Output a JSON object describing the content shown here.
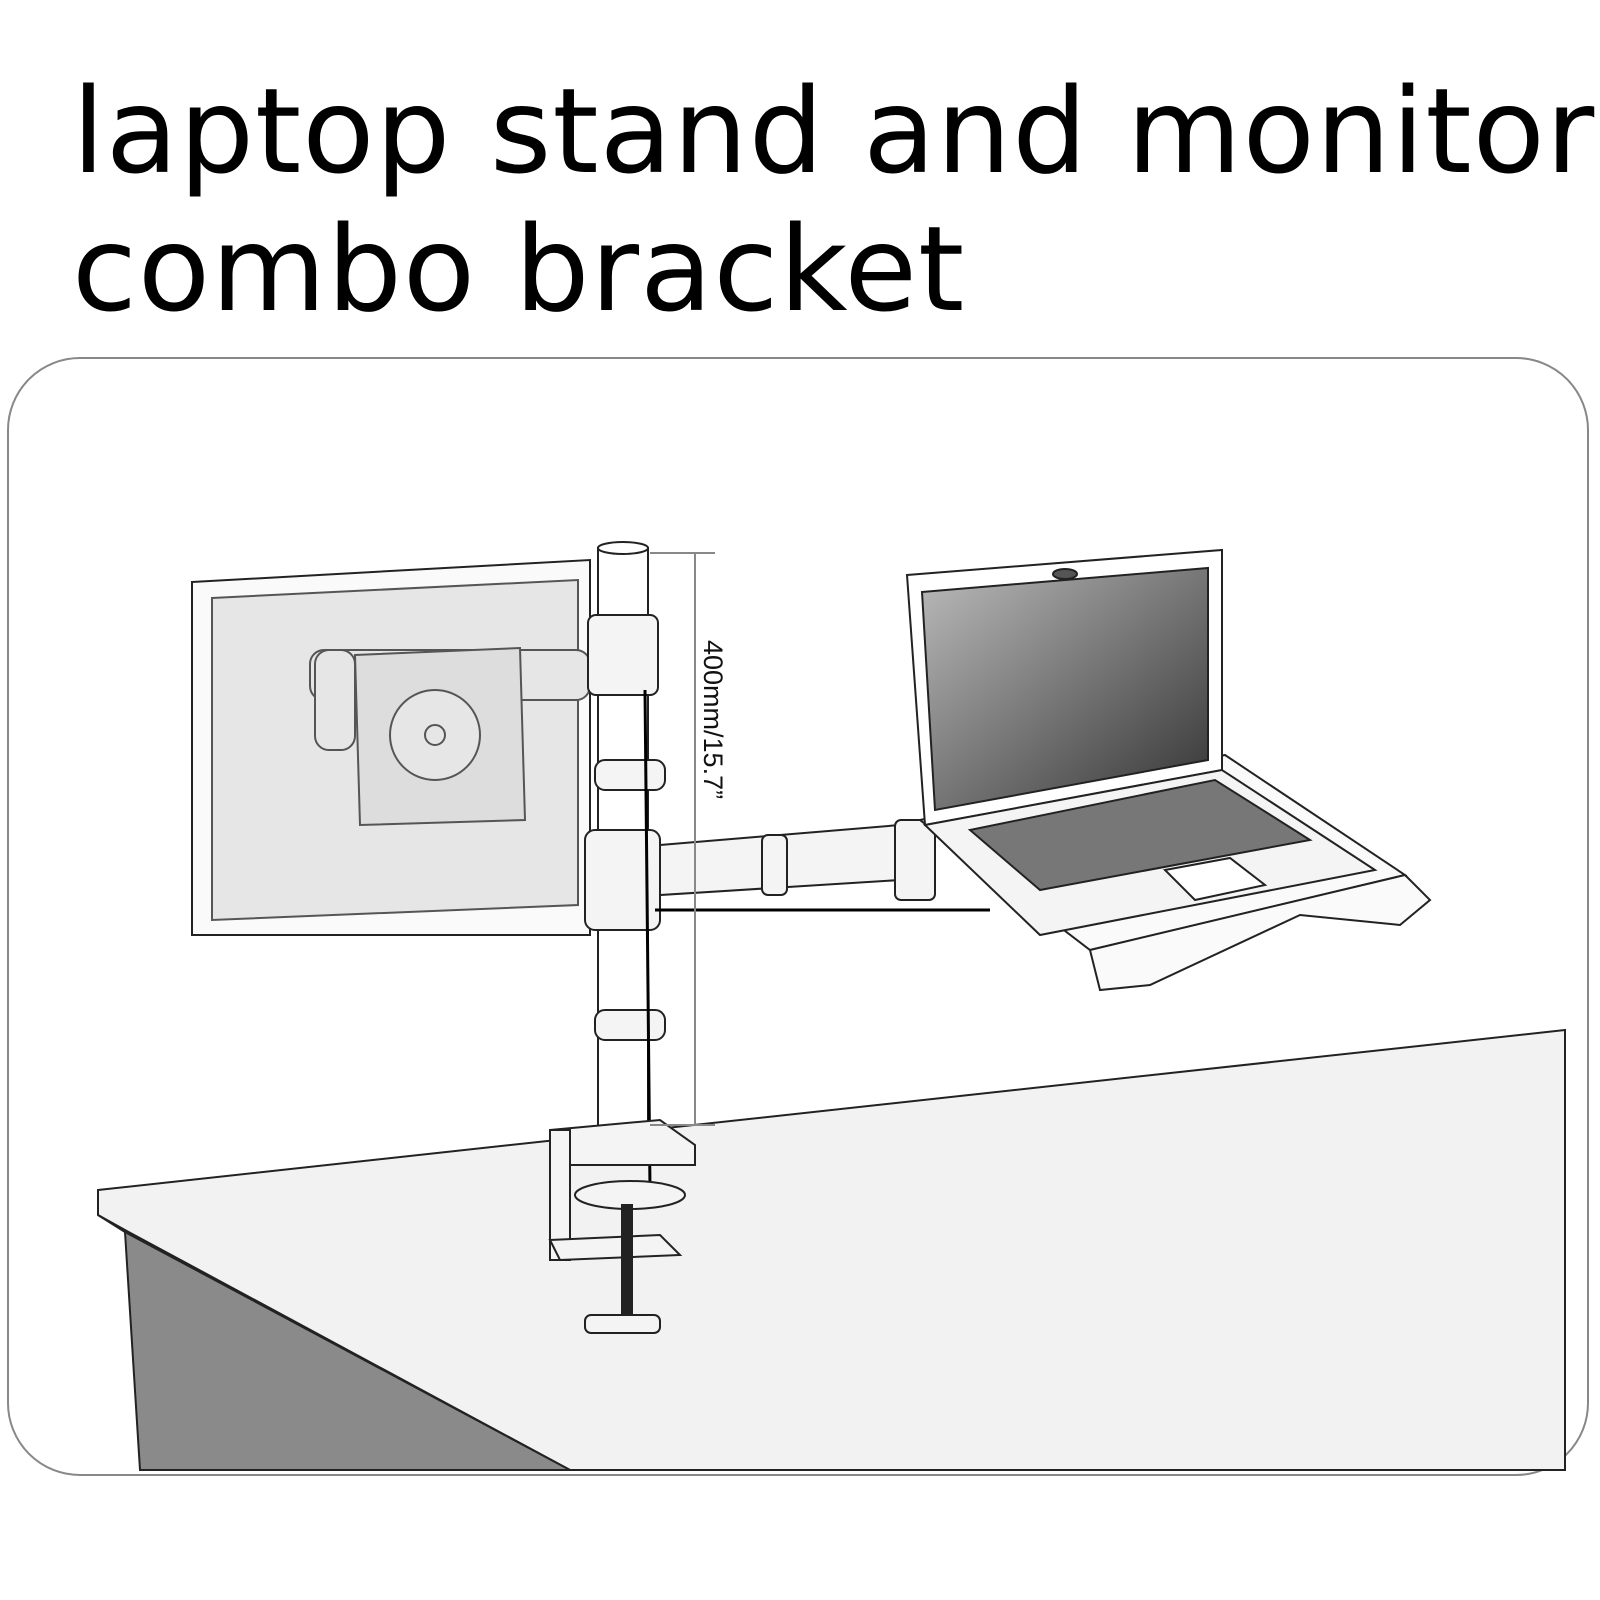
{
  "title": {
    "line1": "laptop stand and monitor",
    "line2": "combo bracket"
  },
  "dimension_label": "400mm/15.7”",
  "colors": {
    "frame": "#888888",
    "desk_front": "#8a8a8a",
    "desk_top": "#f2f2f2",
    "monitor": "#eeeeee",
    "screen": "#555555"
  }
}
